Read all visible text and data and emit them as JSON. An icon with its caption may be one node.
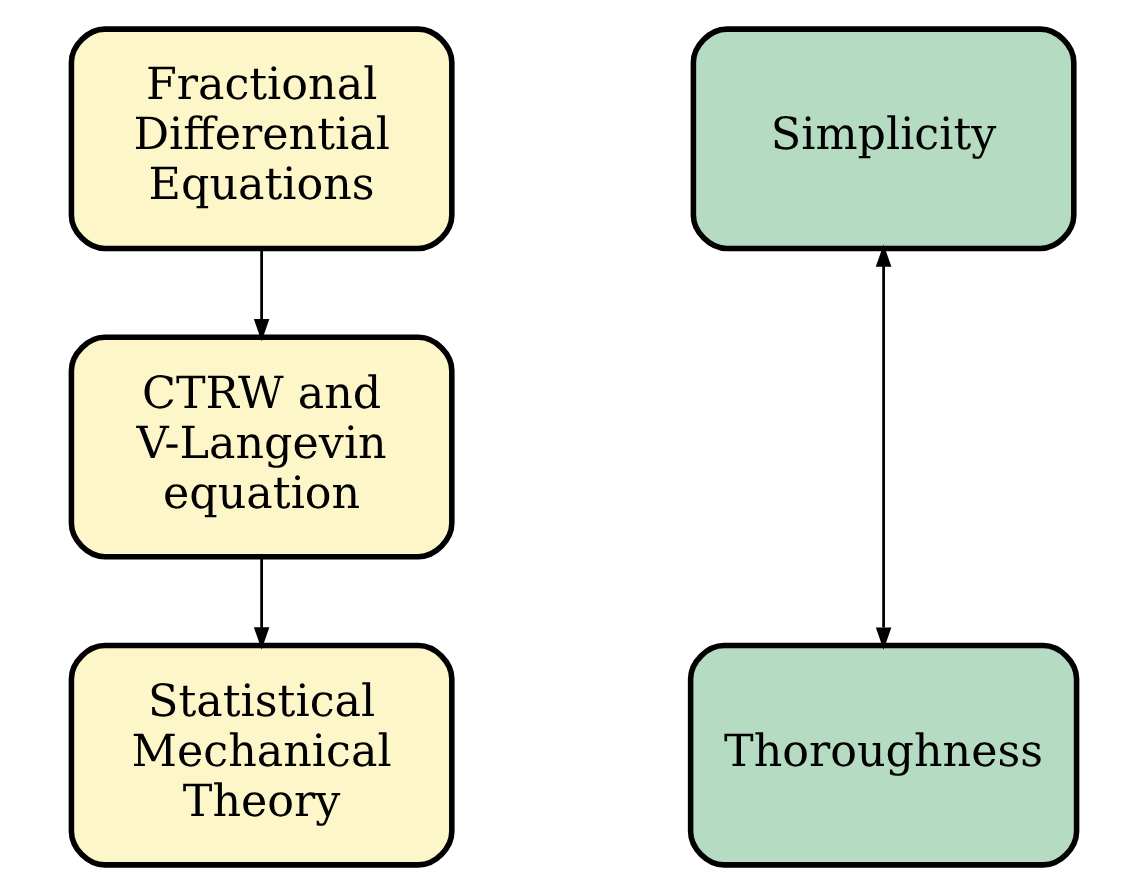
{
  "diagram": {
    "nodes": [
      {
        "text": [
          "Fractional Differential Equations"
        ]
      },
      {
        "text": [
          "CTRW and V-Langevin equation"
        ]
      },
      {
        "text": [
          "Statistical Mechanical Theory"
        ]
      },
      {
        "text": [
          "Simplicity"
        ]
      },
      {
        "text": [
          "Thoroughness"
        ]
      }
    ],
    "edges": [
      {
        "from": 0,
        "to": 1,
        "arrow": "to"
      },
      {
        "from": 1,
        "to": 2,
        "arrow": "to"
      },
      {
        "from": 3,
        "to": 4,
        "arrow": "both"
      }
    ]
  }
}
